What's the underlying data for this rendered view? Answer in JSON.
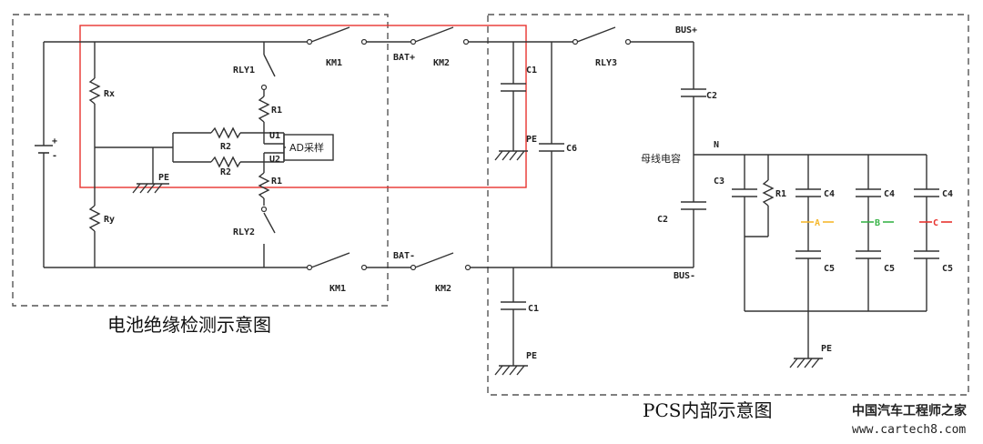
{
  "captions": {
    "left": "电池绝缘检测示意图",
    "right": "PCS内部示意图"
  },
  "labels": {
    "rx": "Rx",
    "ry": "Ry",
    "rly1": "RLY1",
    "rly2": "RLY2",
    "rly3": "RLY3",
    "km1_top": "KM1",
    "km1_bot": "KM1",
    "km2_top": "KM2",
    "km2_bot": "KM2",
    "bat_plus": "BAT+",
    "bat_minus": "BAT-",
    "bus_plus": "BUS+",
    "bus_minus": "BUS-",
    "r1_top": "R1",
    "r1_bot": "R1",
    "r2_top": "R2",
    "r2_bot": "R2",
    "u1": "U1",
    "u2": "U2",
    "ad": "AD采样",
    "pe_left": "PE",
    "pe_c1": "PE",
    "pe_bot_c1": "PE",
    "pe_right": "PE",
    "c1_top": "C1",
    "c1_bot": "C1",
    "c6": "C6",
    "c2_top": "C2",
    "c2_bot": "C2",
    "muxian": "母线电容",
    "n": "N",
    "c3": "C3",
    "r1_right": "R1",
    "c4_1": "C4",
    "c4_2": "C4",
    "c4_3": "C4",
    "c5_1": "C5",
    "c5_2": "C5",
    "c5_3": "C5",
    "phase_a": "A",
    "phase_b": "B",
    "phase_c": "C",
    "battery_plus": "+"
  },
  "colors": {
    "phase_a": "#f5b82e",
    "phase_b": "#3bb44a",
    "phase_c": "#e8332f",
    "highlight": "#e8332f"
  },
  "watermark": {
    "line1": "中国汽车工程师之家",
    "line2": "www.cartech8.com"
  }
}
